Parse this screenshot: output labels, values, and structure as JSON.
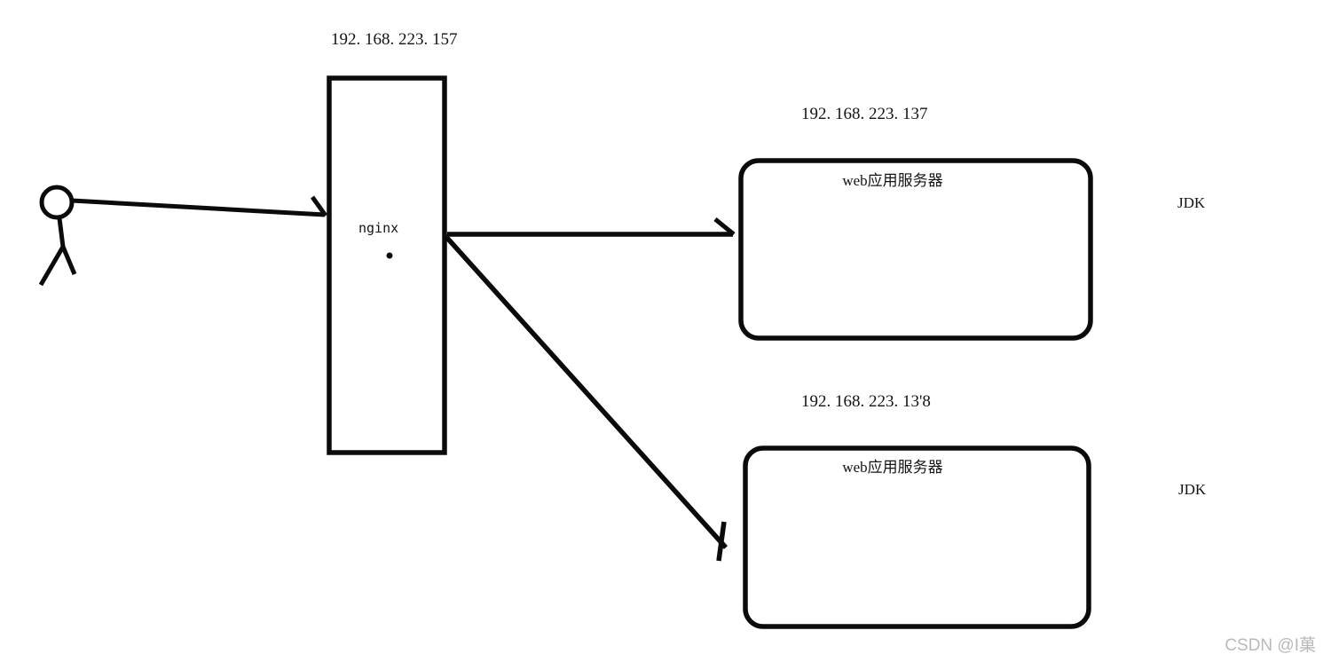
{
  "diagram": {
    "stroke_color": "#0b0b0b",
    "nginx": {
      "ip": "192. 168. 223. 157",
      "label": "nginx"
    },
    "server1": {
      "ip": "192. 168. 223. 137",
      "label": "web应用服务器",
      "jdk_label": "JDK"
    },
    "server2": {
      "ip": "192. 168. 223. 13'8",
      "label": "web应用服务器",
      "jdk_label": "JDK"
    }
  },
  "watermark": {
    "text": "CSDN @I菓",
    "color": "#b9b9b9"
  }
}
